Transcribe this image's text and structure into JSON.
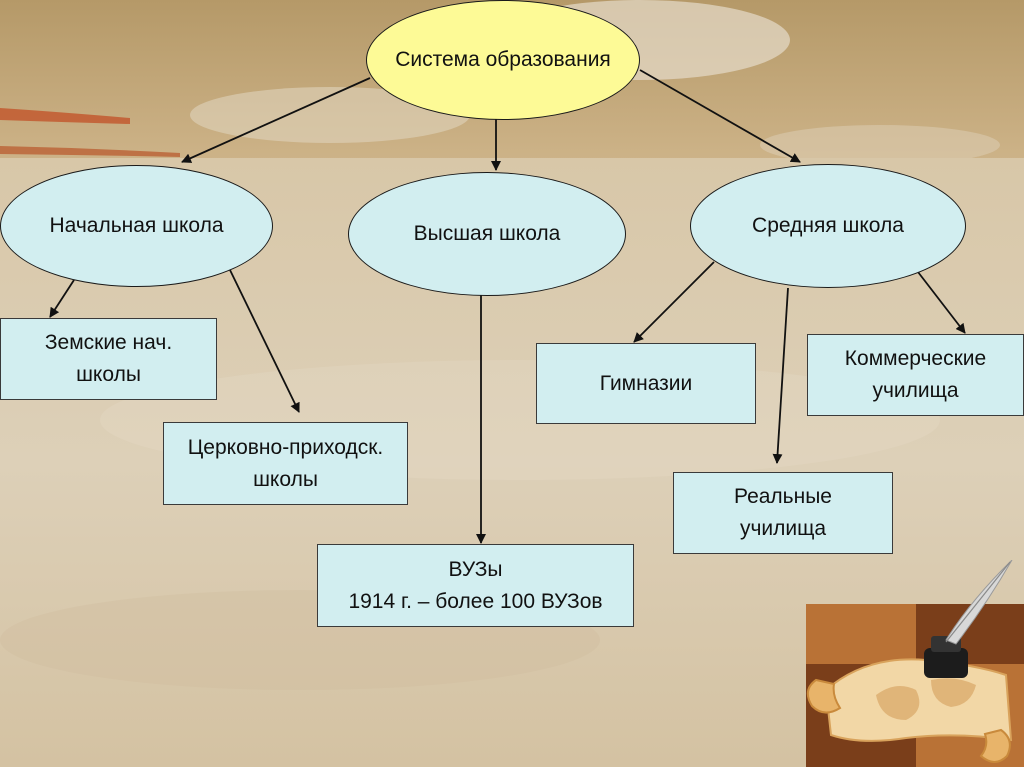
{
  "diagram": {
    "root": {
      "label": "Система образования"
    },
    "primary_school": {
      "label": "Начальная школа",
      "children": [
        {
          "lines": [
            "Земские нач.",
            "школы"
          ]
        },
        {
          "lines": [
            "Церковно-приходск.",
            "школы"
          ]
        }
      ]
    },
    "higher_school": {
      "label": "Высшая школа",
      "children": [
        {
          "lines": [
            "ВУЗы",
            "1914 г. – более 100 ВУЗов"
          ]
        }
      ]
    },
    "secondary_school": {
      "label": "Средняя школа",
      "children": [
        {
          "lines": [
            "Гимназии"
          ]
        },
        {
          "lines": [
            "Коммерческие",
            "училища"
          ]
        },
        {
          "lines": [
            "Реальные",
            "училища"
          ]
        }
      ]
    }
  },
  "colors": {
    "root_fill": "#fdfa96",
    "node_fill": "#d2eef0",
    "stroke": "#1a1a1a"
  }
}
